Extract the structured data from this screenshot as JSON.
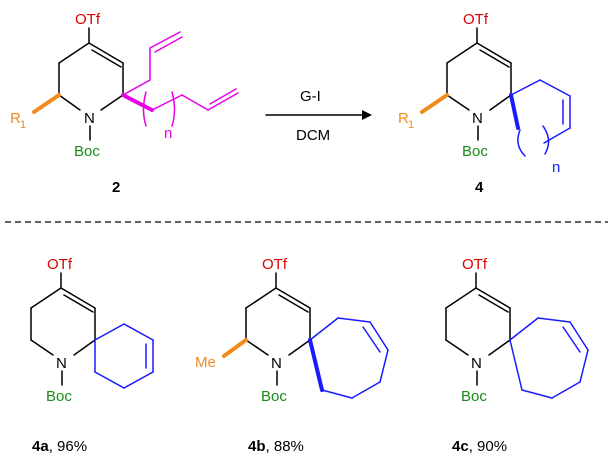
{
  "scheme": {
    "reactant": {
      "otf": "OTf",
      "r_group": "R",
      "r_sub": "1",
      "nitrogen": "N",
      "boc": "Boc",
      "n_label": "n",
      "compound_id": "2"
    },
    "arrow": {
      "reagent": "G-I",
      "solvent": "DCM"
    },
    "product": {
      "otf": "OTf",
      "r_group": "R",
      "r_sub": "1",
      "nitrogen": "N",
      "boc": "Boc",
      "n_label": "n",
      "compound_id": "4"
    }
  },
  "examples": [
    {
      "otf": "OTf",
      "nitrogen": "N",
      "boc": "Boc",
      "id": "4a",
      "yield": ", 96%"
    },
    {
      "otf": "OTf",
      "nitrogen": "N",
      "boc": "Boc",
      "substituent": "Me",
      "id": "4b",
      "yield": ", 88%"
    },
    {
      "otf": "OTf",
      "nitrogen": "N",
      "boc": "Boc",
      "id": "4c",
      "yield": ", 90%"
    }
  ],
  "colors": {
    "triflate": "#e00000",
    "boc": "#1a8a1a",
    "r_group": "#f08c1e",
    "diene_chain": "#e600e6",
    "new_ring": "#1a1aff"
  }
}
